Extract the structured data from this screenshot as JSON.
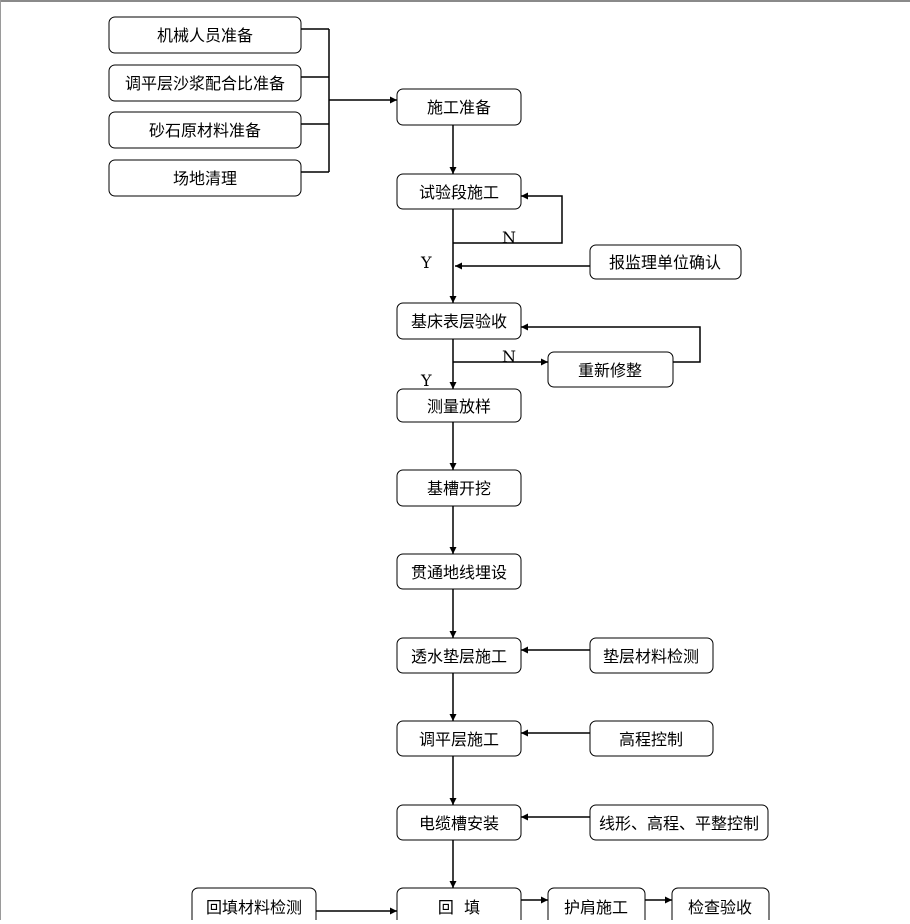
{
  "prep_items": {
    "machinery": "机械人员准备",
    "mortar": "调平层沙浆配合比准备",
    "materials": "砂石原材料准备",
    "site": "场地清理"
  },
  "main_steps": {
    "prep": "施工准备",
    "trial": "试验段施工",
    "subgrade": "基床表层验收",
    "survey": "测量放样",
    "trench": "基槽开挖",
    "ground_wire": "贯通地线埋设",
    "permeable": "透水垫层施工",
    "leveling": "调平层施工",
    "cable": "电缆槽安装",
    "backfill": "回  填"
  },
  "side_steps": {
    "supervisor": "报监理单位确认",
    "rework": "重新修整",
    "cushion_test": "垫层材料检测",
    "elevation": "高程控制",
    "alignment": "线形、高程、平整控制",
    "backfill_test": "回填材料检测",
    "shoulder": "护肩施工",
    "inspection": "检查验收"
  },
  "decisions": {
    "no1": "N",
    "yes1": "Y",
    "no2": "N",
    "yes2": "Y"
  }
}
